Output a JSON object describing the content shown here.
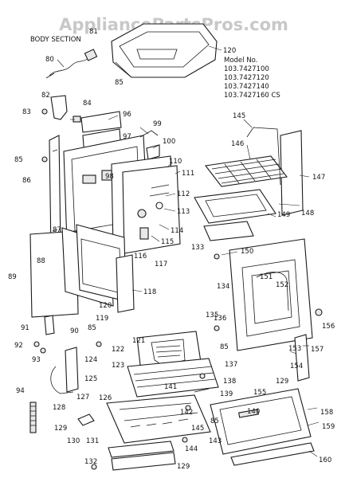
{
  "watermark": "AppliancePartsPros.com",
  "section_title": "BODY SECTION",
  "model_header": "Model No.",
  "models": [
    "103.7427100",
    "103.7427120",
    "103.7427140",
    "103.7427160 CS"
  ],
  "labels": {
    "p80": "80",
    "p81": "81",
    "p82": "82",
    "p83": "83",
    "p84": "84",
    "p85": "85",
    "p86": "86",
    "p87": "87",
    "p88": "88",
    "p89": "89",
    "p90": "90",
    "p91": "91",
    "p92": "92",
    "p93": "93",
    "p94": "94",
    "p96": "96",
    "p97": "97",
    "p98": "98",
    "p99": "99",
    "p100": "100",
    "p110": "110",
    "p111": "111",
    "p112": "112",
    "p113": "113",
    "p114": "114",
    "p115": "115",
    "p116": "116",
    "p117": "117",
    "p118": "118",
    "p119": "119",
    "p120": "120",
    "p121": "121",
    "p122": "122",
    "p123": "123",
    "p124": "124",
    "p125": "125",
    "p126": "126",
    "p127": "127",
    "p128": "128",
    "p129": "129",
    "p130": "130",
    "p131": "131",
    "p132": "132",
    "p133": "133",
    "p134": "134",
    "p135": "135",
    "p136": "136",
    "p137": "137",
    "p138": "138",
    "p139": "139",
    "p140": "140",
    "p141": "141",
    "p142": "142",
    "p143": "143",
    "p144": "144",
    "p145": "145",
    "p146": "146",
    "p147": "147",
    "p148": "148",
    "p149": "149",
    "p150": "150",
    "p151": "151",
    "p152": "152",
    "p153": "153",
    "p154": "154",
    "p155": "155",
    "p156": "156",
    "p157": "157",
    "p158": "158",
    "p159": "159",
    "p160": "160"
  }
}
